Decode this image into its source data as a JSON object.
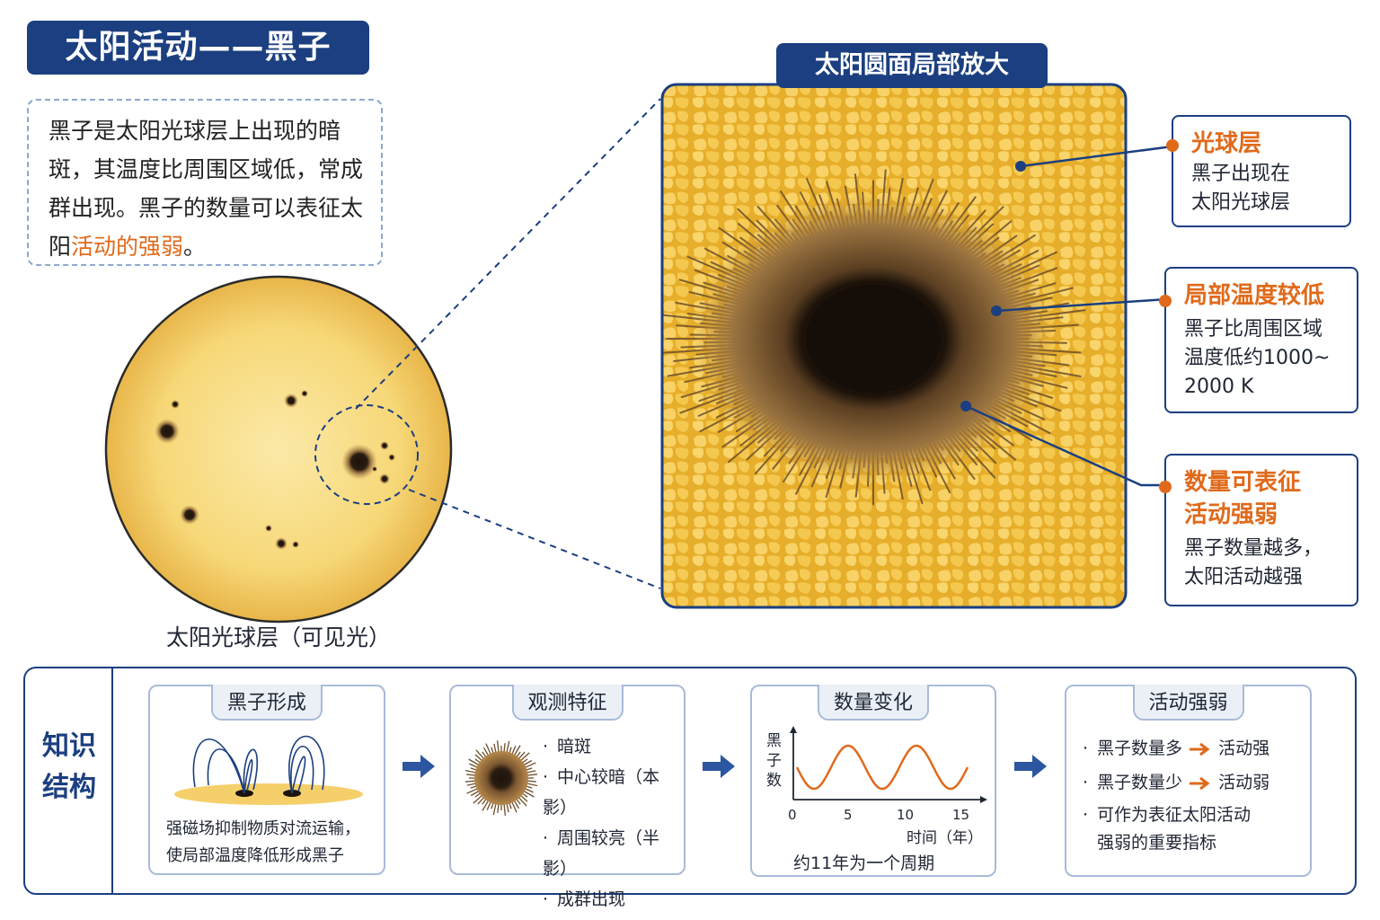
{
  "title": "太阳活动——黑子",
  "intro": {
    "text_before": "黑子是太阳光球层上出现的暗斑，其温度比周围区域低，常成群出现。黑子的数量可以表征太阳",
    "highlight": "活动的强弱",
    "text_after": "。"
  },
  "sun_caption": "太阳光球层（可见光）",
  "zoom_title": "太阳圆面局部放大",
  "callouts": [
    {
      "title": "光球层",
      "lines": [
        "黑子出现在",
        "太阳光球层"
      ]
    },
    {
      "title": "局部温度较低",
      "lines": [
        "黑子比周围区域",
        "温度低约1000~",
        "2000 K"
      ]
    },
    {
      "title_lines": [
        "数量可表征",
        "活动强弱"
      ],
      "lines": [
        "黑子数量越多，",
        "太阳活动越强"
      ]
    }
  ],
  "knowledge": {
    "label_lines": [
      "知识",
      "结构"
    ],
    "cards": [
      {
        "tab": "黑子形成",
        "lines": [
          "强磁场抑制物质对流运输，",
          "使局部温度降低形成黑子"
        ]
      },
      {
        "tab": "观测特征",
        "bullets": [
          "暗斑",
          "中心较暗（本影）",
          "周围较亮（半影）",
          "成群出现"
        ]
      },
      {
        "tab": "数量变化",
        "ylabel_chars": [
          "黑",
          "子",
          "数"
        ],
        "x_ticks": [
          "0",
          "5",
          "10",
          "15"
        ],
        "xlabel": "时间（年）",
        "caption": "约11年为一个周期"
      },
      {
        "tab": "活动强弱",
        "rows": [
          {
            "left": "黑子数量多",
            "right": "活动强"
          },
          {
            "left": "黑子数量少",
            "right": "活动弱"
          }
        ],
        "last_lines": [
          "可作为表征太阳活动",
          "强弱的重要指标"
        ]
      }
    ]
  },
  "colors": {
    "navy": "#1b3f80",
    "orange": "#e06a1b",
    "sun_yellow": "#f6d776",
    "granule": "#f1c13c"
  },
  "icons": [
    "flow-arrow-icon",
    "orange-arrow-icon",
    "magnetic-field-icon",
    "sunspot-icon"
  ]
}
